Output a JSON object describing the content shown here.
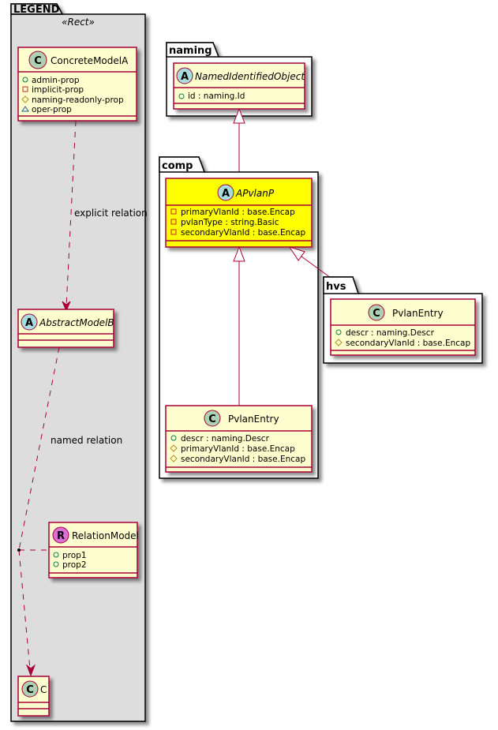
{
  "colors": {
    "class_fill": "#FEFECE",
    "class_border": "#A80036",
    "highlight_fill": "#FFFF00",
    "package_fill_legend": "#DDDDDD",
    "package_fill": "#FFFFFF",
    "circle_class": "#ADD1B2",
    "circle_abstract": "#A9DCDF",
    "circle_relation": "#DA70D6",
    "arrow": "#A80036"
  },
  "packages": {
    "legend": {
      "name": "LEGEND",
      "stereotype": "«Rect»"
    },
    "naming": {
      "name": "naming"
    },
    "comp": {
      "name": "comp"
    },
    "hvs": {
      "name": "hvs"
    }
  },
  "classes": {
    "concrete_model_a": {
      "kind": "C",
      "name": "ConcreteModelA",
      "attrs": [
        {
          "vis": "public",
          "text": "admin-prop"
        },
        {
          "vis": "private",
          "text": "implicit-prop"
        },
        {
          "vis": "protected",
          "text": "naming-readonly-prop"
        },
        {
          "vis": "package",
          "text": "oper-prop"
        }
      ]
    },
    "abstract_model_b": {
      "kind": "A",
      "name": "AbstractModelB",
      "attrs": []
    },
    "relation_model": {
      "kind": "R",
      "name": "RelationModel",
      "attrs": [
        {
          "vis": "public",
          "text": "prop1"
        },
        {
          "vis": "public",
          "text": "prop2"
        }
      ]
    },
    "c": {
      "kind": "C",
      "name": "C",
      "attrs": []
    },
    "named_identified_object": {
      "kind": "A",
      "name": "NamedIdentifiedObject",
      "attrs": [
        {
          "vis": "public",
          "text": "id : naming.Id"
        }
      ]
    },
    "apvlanp": {
      "kind": "A",
      "name": "APvlanP",
      "attrs": [
        {
          "vis": "private",
          "text": "primaryVlanId : base.Encap"
        },
        {
          "vis": "private",
          "text": "pvlanType : string.Basic"
        },
        {
          "vis": "private",
          "text": "secondaryVlanId : base.Encap"
        }
      ]
    },
    "comp_pvlan_entry": {
      "kind": "C",
      "name": "PvlanEntry",
      "attrs": [
        {
          "vis": "public",
          "text": "descr : naming.Descr"
        },
        {
          "vis": "protected",
          "text": "primaryVlanId : base.Encap"
        },
        {
          "vis": "protected",
          "text": "secondaryVlanId : base.Encap"
        }
      ]
    },
    "hvs_pvlan_entry": {
      "kind": "C",
      "name": "PvlanEntry",
      "attrs": [
        {
          "vis": "public",
          "text": "descr : naming.Descr"
        },
        {
          "vis": "protected",
          "text": "secondaryVlanId : base.Encap"
        }
      ]
    }
  },
  "relations": {
    "explicit": {
      "label": "explicit relation"
    },
    "named": {
      "label": "named relation"
    }
  }
}
